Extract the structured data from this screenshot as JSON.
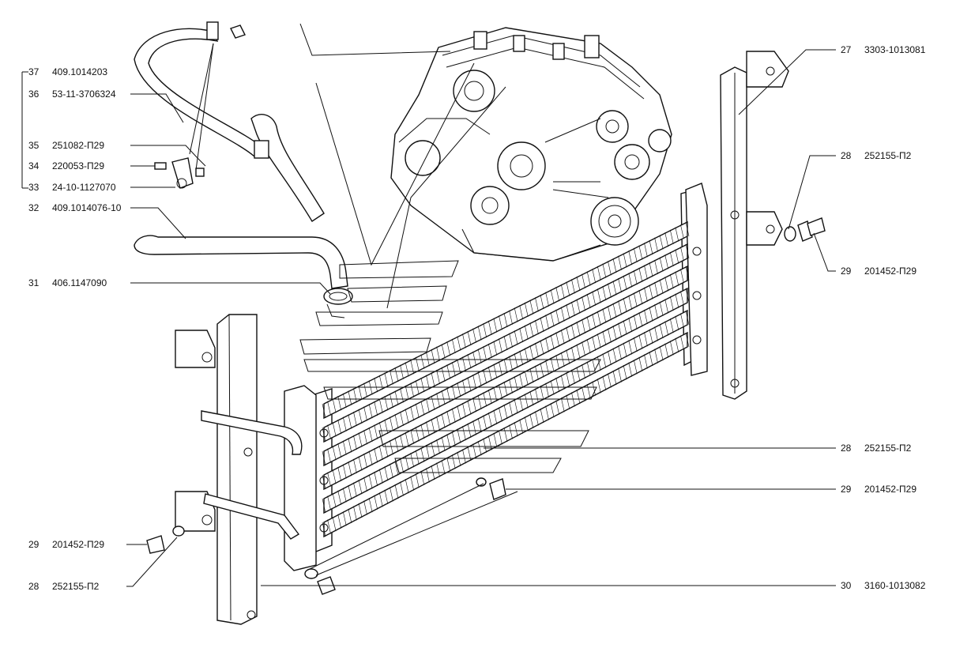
{
  "callouts_left": [
    {
      "num": "37",
      "code": "409.1014203"
    },
    {
      "num": "36",
      "code": "53-11-3706324"
    },
    {
      "num": "35",
      "code": "251082-П29"
    },
    {
      "num": "34",
      "code": "220053-П29"
    },
    {
      "num": "33",
      "code": "24-10-1127070"
    },
    {
      "num": "32",
      "code": "409.1014076-10"
    },
    {
      "num": "31",
      "code": "406.1147090"
    },
    {
      "num": "29",
      "code": "201452-П29"
    },
    {
      "num": "28",
      "code": "252155-П2"
    }
  ],
  "callouts_right": [
    {
      "num": "27",
      "code": "3303-1013081"
    },
    {
      "num": "28",
      "code": "252155-П2"
    },
    {
      "num": "29",
      "code": "201452-П29"
    },
    {
      "num": "28",
      "code": "252155-П2"
    },
    {
      "num": "29",
      "code": "201452-П29"
    },
    {
      "num": "30",
      "code": "3160-1013082"
    }
  ]
}
